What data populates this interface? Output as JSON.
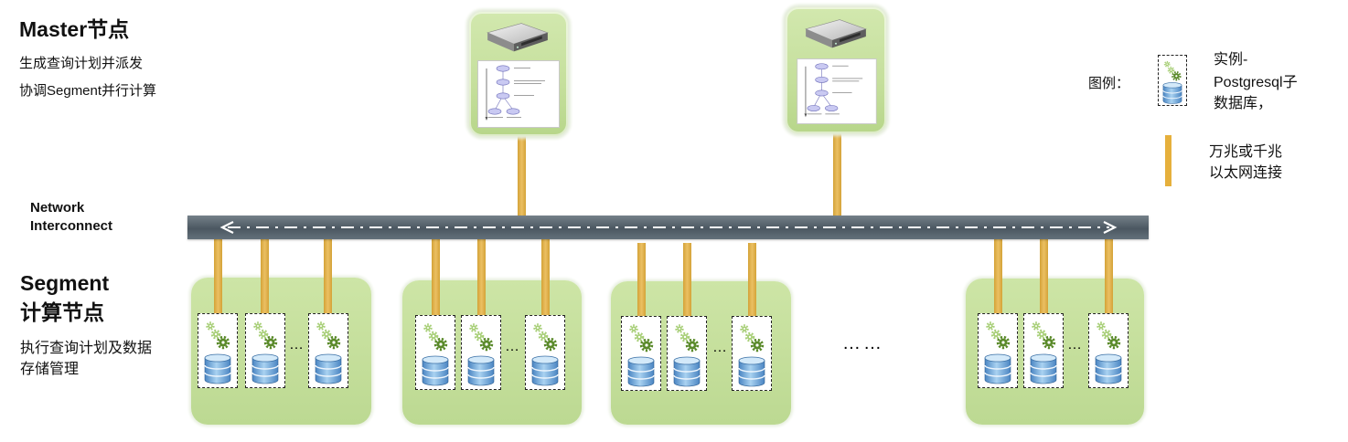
{
  "master": {
    "title": "Master节点",
    "desc": [
      "生成查询计划并派发",
      "协调Segment并行计算"
    ]
  },
  "network": {
    "label": [
      "Network",
      "Interconnect"
    ]
  },
  "segment": {
    "title": [
      "Segment",
      "计算节点"
    ],
    "desc": [
      "执行查询计划及数据",
      "存储管理"
    ],
    "instance_gap": "…",
    "group_gap": "……"
  },
  "legend": {
    "label": "图例：",
    "instance": [
      "实例-",
      "Postgresql子",
      "数据库，"
    ],
    "link": [
      "万兆或千兆",
      "以太网连接"
    ]
  },
  "icons": {
    "master_server": "server-icon",
    "master_plan": "query-plan-diagram",
    "instance_gears": "gears-icon",
    "instance_database": "database-icon",
    "network_arrows": "double-arrow-icon"
  },
  "colors": {
    "node_fill": "#c5df9c",
    "connector": "#e6b03c",
    "network_bar": "#56646f",
    "database": "#4a85c2",
    "gear_light": "#a8cf78",
    "gear_dark": "#5a8a2a"
  }
}
